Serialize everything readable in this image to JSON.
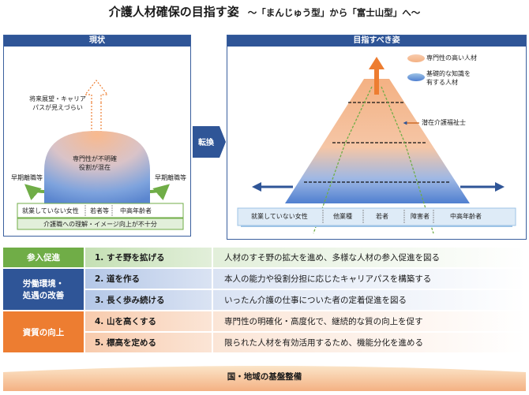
{
  "header": {
    "title": "介護人材確保の目指す姿",
    "subtitle": "～「まんじゅう型」から「富士山型」へ～"
  },
  "left_panel": {
    "heading": "現状",
    "mound_line1": "専門性が不明確",
    "mound_line2": "役割が混在",
    "career_line1": "将来展望・キャリア",
    "career_line2": "パスが見えづらい",
    "early_leave_left": "早期離職等",
    "early_leave_right": "早期離職等",
    "groups": [
      "就業していない女性",
      "若者等",
      "中高年齢者"
    ],
    "understanding": "介護職への理解・イメージ向上が不十分"
  },
  "convert_label": "転換",
  "right_panel": {
    "heading": "目指すべき姿",
    "legend": [
      {
        "label": "専門性の高い人材",
        "color": "#f4b183"
      },
      {
        "label_line1": "基礎的な知識を",
        "label_line2": "有する人材",
        "color": "#5b8bd4"
      }
    ],
    "latent_label": "潜在介護福祉士",
    "groups": [
      "就業していない女性",
      "他業種",
      "若者",
      "障害者",
      "中高年齢者"
    ]
  },
  "table": {
    "rows": [
      {
        "category": "参入促進",
        "step": "1. すそ野を拡げる",
        "desc": "人材のすそ野の拡大を進め、多様な人材の参入促進を図る"
      },
      {
        "category": "労働環境・処遇の改善",
        "category_line1": "労働環境・",
        "category_line2": "処遇の改善",
        "step": "2. 道を作る",
        "desc": "本人の能力や役割分担に応じたキャリアパスを構築する"
      },
      {
        "category": "",
        "step": "3. 長く歩み続ける",
        "desc": "いったん介護の仕事についた者の定着促進を図る"
      },
      {
        "category": "資質の向上",
        "step": "4. 山を高くする",
        "desc": "専門性の明確化・高度化で、継続的な質の向上を促す"
      },
      {
        "category": "",
        "step": "5. 標高を定める",
        "desc": "限られた人材を有効活用するため、機能分化を進める"
      }
    ],
    "colors": {
      "green": "#70ad47",
      "blue": "#2f5597",
      "orange": "#ed7d31"
    }
  },
  "foundation": "国・地域の基盤整備"
}
